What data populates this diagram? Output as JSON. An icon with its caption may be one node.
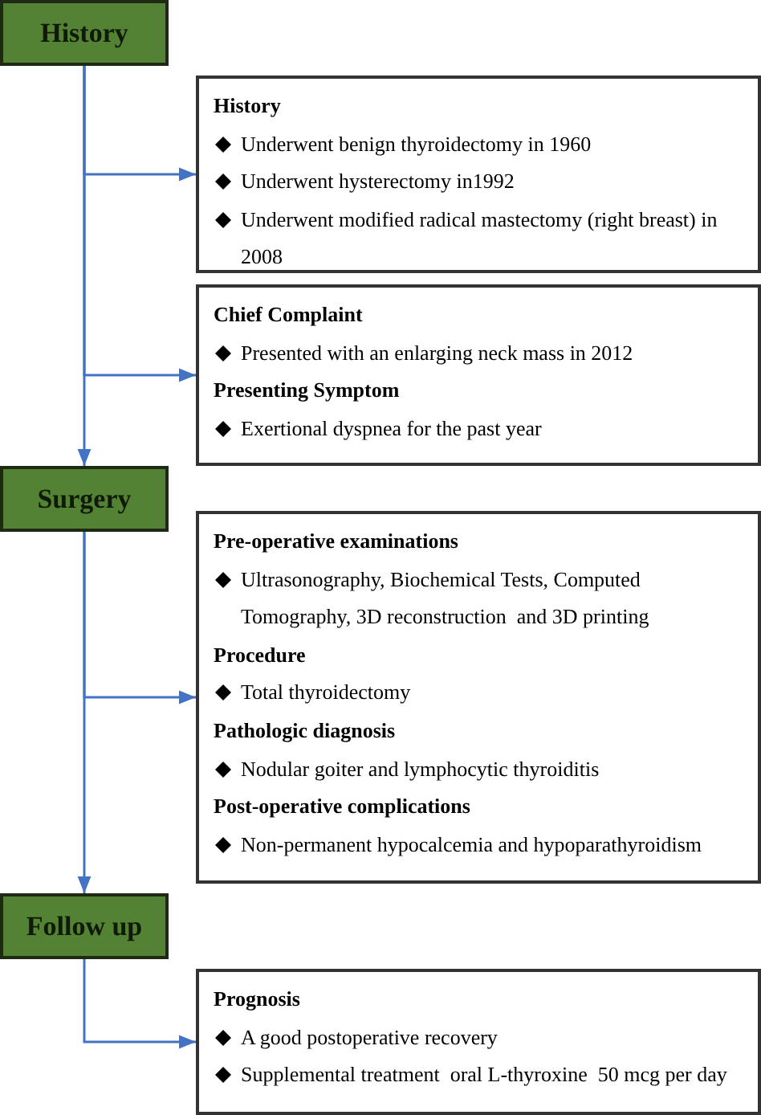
{
  "diagram": {
    "nodes": [
      {
        "text": [
          "History"
        ]
      },
      {
        "text": [
          "History",
          "Underwent benign thyroidectomy in 1960",
          "Underwent hysterectomy in1992",
          "Underwent modified radical mastectomy (right breast) in 2008"
        ]
      },
      {
        "text": [
          "Chief Complaint",
          "Presented with an enlarging neck mass in 2012",
          "Presenting Symptom",
          "Exertional dyspnea for the past year"
        ]
      },
      {
        "text": [
          "Surgery"
        ]
      },
      {
        "text": [
          "Pre-operative examinations",
          "Ultrasonography, Biochemical Tests, Computed Tomography, 3D reconstruction  and 3D printing",
          "Procedure",
          "Total thyroidectomy",
          "Pathologic diagnosis",
          "Nodular goiter and lymphocytic thyroiditis",
          "Post-operative complications",
          "Non-permanent hypocalcemia and hypoparathyroidism"
        ]
      },
      {
        "text": [
          "Follow up"
        ]
      },
      {
        "text": [
          "Prognosis",
          "A good postoperative recovery",
          "Supplemental treatment  oral L-thyroxine  50 mcg per day"
        ]
      }
    ],
    "edges": [
      {
        "from": 0,
        "to": 1,
        "arrow": "to"
      },
      {
        "from": 0,
        "to": 2,
        "arrow": "to"
      },
      {
        "from": 0,
        "to": 3,
        "arrow": "to"
      },
      {
        "from": 3,
        "to": 4,
        "arrow": "to"
      },
      {
        "from": 3,
        "to": 5,
        "arrow": "to"
      },
      {
        "from": 5,
        "to": 6,
        "arrow": "to"
      }
    ]
  }
}
